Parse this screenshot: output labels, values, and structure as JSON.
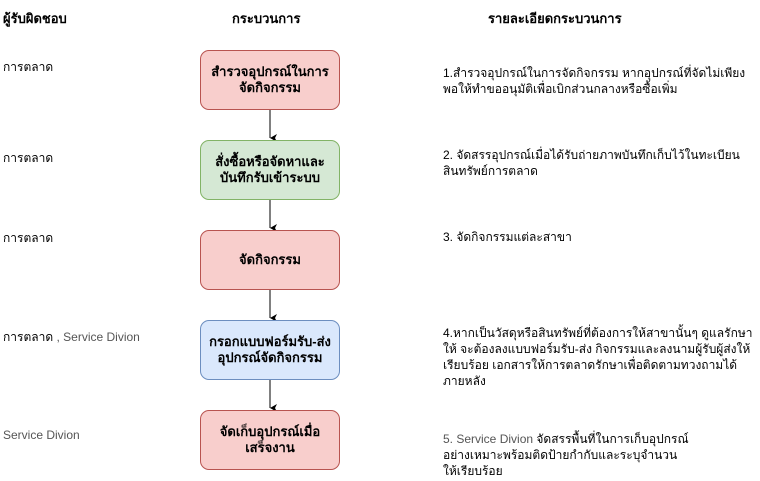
{
  "headers": {
    "responsible": "ผู้รับผิดชอบ",
    "process": "กระบวนการ",
    "details": "รายละเอียดกระบวนการ"
  },
  "steps": [
    {
      "responsible": "การตลาด",
      "responsible_suffix": "",
      "process": "สำรวจอุปกรณ์ในการจัดกิจกรรม",
      "color": "red",
      "detail_prefix": "",
      "detail": "1.สำรวจอุปกรณ์ในการจัดกิจกรรม หากอุปกรณ์ที่จัดไม่เพียงพอให้ทำขออนุมัติเพื่อเบิกส่วนกลางหรือซื้อเพิ่ม"
    },
    {
      "responsible": "การตลาด",
      "responsible_suffix": "",
      "process": "สั่งซื้อหรือจัดหาและบันทึกรับเข้าระบบ",
      "color": "green",
      "detail_prefix": "",
      "detail": "2. จัดสรรอุปกรณ์เมื่อได้รับถ่ายภาพบันทึกเก็บไว้ในทะเบียนสินทรัพย์การตลาด"
    },
    {
      "responsible": "การตลาด",
      "responsible_suffix": "",
      "process": "จัดกิจกรรม",
      "color": "red",
      "detail_prefix": "",
      "detail": "3. จัดกิจกรรมแต่ละสาขา"
    },
    {
      "responsible": "การตลาด",
      "responsible_suffix": " , Service Divion",
      "process": "กรอกแบบฟอร์มรับ-ส่ง อุปกรณ์จัดกิจกรรม",
      "color": "blue",
      "detail_prefix": "",
      "detail": "4.หากเป็นวัสดุหรือสินทรัพย์ที่ต้องการให้สาขานั้นๆ ดูแลรักษาให้ จะต้องลงแบบฟอร์มรับ-ส่ง กิจกรรมและลงนามผู้รับผู้ส่งให้เรียบร้อย เอกสารให้การตลาดรักษาเพื่อติดตามทวงถามได้ภายหลัง"
    },
    {
      "responsible": "",
      "responsible_suffix": "Service Divion",
      "process": "จัดเก็บอุปกรณ์เมื่อเสร็จงาน",
      "color": "red",
      "detail_prefix": "5. Service Divion ",
      "detail": "จัดสรรพื้นที่ในการเก็บอุปกรณ์อย่างเหมาะพร้อมติดป้ายกำกับและระบุจำนวน ให้เรียบร้อย"
    }
  ],
  "colors": {
    "red_fill": "#f8cecc",
    "red_border": "#b85450",
    "green_fill": "#d5e8d4",
    "green_border": "#82b366",
    "blue_fill": "#dae8fc",
    "blue_border": "#6c8ebf"
  }
}
